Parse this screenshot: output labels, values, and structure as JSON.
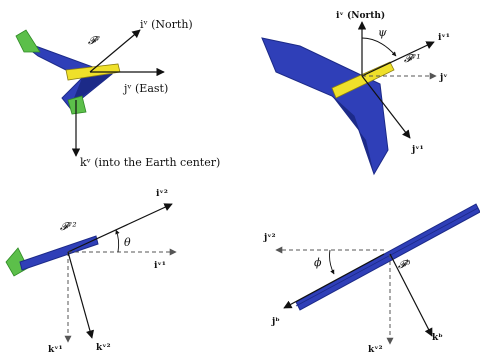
{
  "panels": [
    {
      "id": "vehicle-frame",
      "frame_label": "𝓕ᵛ",
      "axes": {
        "i": "iᵛ (North)",
        "j": "jᵛ (East)",
        "k": "kᵛ (into the Earth center)"
      }
    },
    {
      "id": "vehicle1-frame",
      "frame_label": "𝓕ᵛ¹",
      "axes": {
        "i_v": "iᵛ (North)",
        "i_v1": "iᵛ¹",
        "j_v": "jᵛ",
        "j_v1": "jᵛ¹"
      },
      "angle": "ψ"
    },
    {
      "id": "vehicle2-frame",
      "frame_label": "𝓕ᵛ²",
      "axes": {
        "i_v2": "iᵛ²",
        "i_v1": "iᵛ¹",
        "k_v1": "kᵛ¹",
        "k_v2": "kᵛ²"
      },
      "angle": "θ"
    },
    {
      "id": "body-frame",
      "frame_label": "𝓕ᵇ",
      "axes": {
        "j_v2": "jᵛ²",
        "j_b": "jᵇ",
        "k_v2": "kᵛ²",
        "k_b": "kᵇ"
      },
      "angle": "ϕ"
    }
  ],
  "colors": {
    "wing_blue": "#2f3fb8",
    "wing_dark": "#1c2a88",
    "tail_green": "#5cbf4a",
    "body_yellow": "#efe02a",
    "axis": "#111111",
    "dashed": "#555555"
  }
}
